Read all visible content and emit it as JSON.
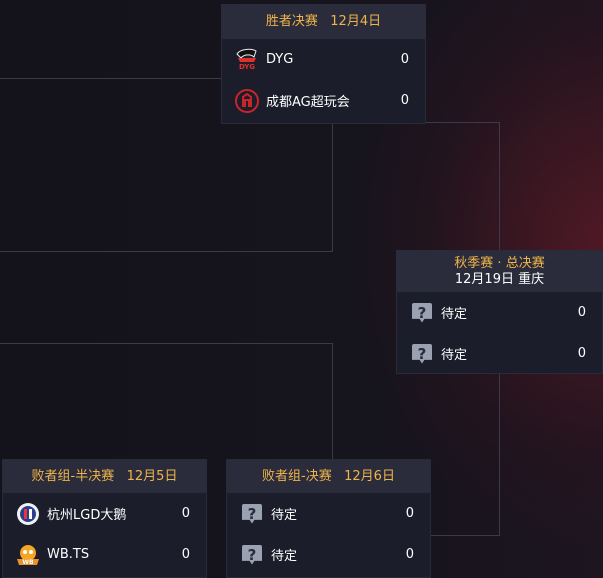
{
  "winners_final": {
    "header": "胜者决赛   12月4日",
    "teams": [
      {
        "name": "DYG",
        "score": "0",
        "logo": "dyg-logo"
      },
      {
        "name": "成都AG超玩会",
        "score": "0",
        "logo": "ag-logo"
      }
    ]
  },
  "grand_final": {
    "title": "秋季赛 · 总决赛",
    "subtitle": "12月19日 重庆",
    "teams": [
      {
        "name": "待定",
        "score": "0",
        "logo": "question-icon"
      },
      {
        "name": "待定",
        "score": "0",
        "logo": "question-icon"
      }
    ]
  },
  "losers_semi": {
    "header": "败者组-半决赛   12月5日",
    "teams": [
      {
        "name": "杭州LGD大鹅",
        "score": "0",
        "logo": "lgd-logo"
      },
      {
        "name": "WB.TS",
        "score": "0",
        "logo": "wbts-logo"
      }
    ]
  },
  "losers_final": {
    "header": "败者组-决赛   12月6日",
    "teams": [
      {
        "name": "待定",
        "score": "0",
        "logo": "question-icon"
      },
      {
        "name": "待定",
        "score": "0",
        "logo": "question-icon"
      }
    ]
  },
  "colors": {
    "accent": "#f0b44a",
    "card": "#1c1d2b",
    "header": "#2a2b3b"
  }
}
